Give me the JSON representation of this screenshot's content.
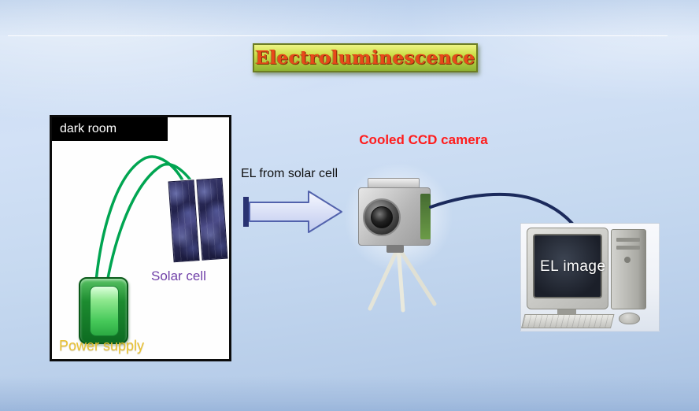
{
  "title": {
    "text": "Electroluminescence"
  },
  "dark_room": {
    "label": "dark room",
    "solar_cell_label": "Solar cell",
    "power_supply_label": "Power supply"
  },
  "beam": {
    "label": "EL from solar cell"
  },
  "camera": {
    "label": "Cooled CCD camera"
  },
  "computer": {
    "screen_label": "EL image"
  },
  "colors": {
    "slide_background": "#c9dbf2",
    "title_text": "#e8491a",
    "title_banner_green": "#8db232",
    "wire_green": "#00a551",
    "solar_label_purple": "#7040a8",
    "power_label_yellow": "#e9c233",
    "ccd_label_red": "#ff1c1c",
    "cable_navy": "#1b2a5c",
    "arrow_outline_blue": "#5262ac"
  }
}
